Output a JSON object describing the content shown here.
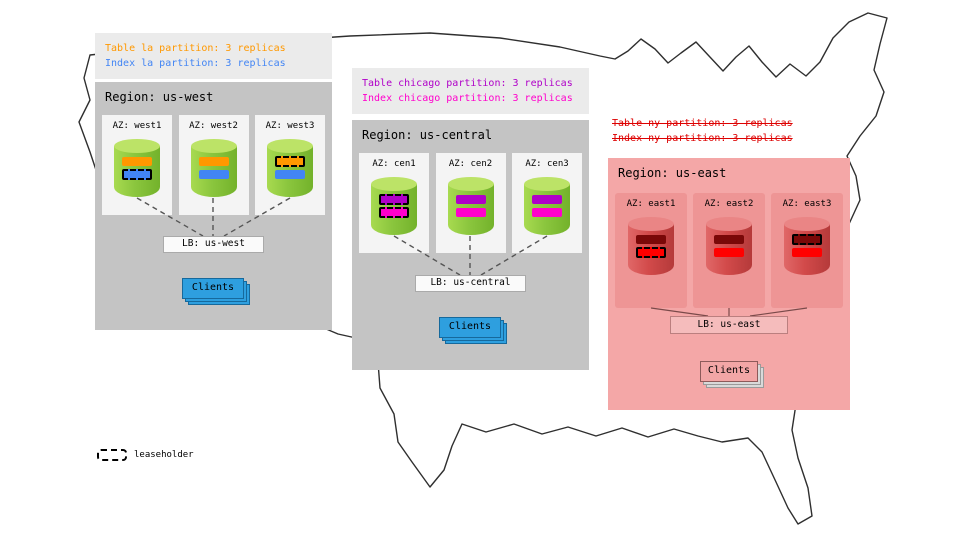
{
  "notes": {
    "west": {
      "lines": [
        {
          "text": "Table la partition: 3 replicas",
          "color": "#ff9800",
          "strikethrough": false
        },
        {
          "text": "Index la partition: 3 replicas",
          "color": "#4285f4",
          "strikethrough": false
        }
      ]
    },
    "central": {
      "lines": [
        {
          "text": "Table chicago partition: 3 replicas",
          "color": "#b000c8",
          "strikethrough": false
        },
        {
          "text": "Index chicago partition: 3 replicas",
          "color": "#ff00cc",
          "strikethrough": false
        }
      ]
    },
    "east": {
      "lines": [
        {
          "text": "Table ny partition: 3 replicas",
          "color": "#dd0000",
          "strikethrough": true
        },
        {
          "text": "Index ny partition: 3 replicas",
          "color": "#dd0000",
          "strikethrough": true
        }
      ]
    }
  },
  "regions": {
    "west": {
      "title": "Region: us-west",
      "lb_label": "LB: us-west",
      "clients_label": "Clients",
      "azs": [
        {
          "label": "AZ: west1",
          "bars": [
            {
              "color": "#ff9800",
              "leaseholder": false
            },
            {
              "color": "#4285f4",
              "leaseholder": true
            }
          ]
        },
        {
          "label": "AZ: west2",
          "bars": [
            {
              "color": "#ff9800",
              "leaseholder": false
            },
            {
              "color": "#4285f4",
              "leaseholder": false
            }
          ]
        },
        {
          "label": "AZ: west3",
          "bars": [
            {
              "color": "#ff9800",
              "leaseholder": true
            },
            {
              "color": "#4285f4",
              "leaseholder": false
            }
          ]
        }
      ]
    },
    "central": {
      "title": "Region: us-central",
      "lb_label": "LB: us-central",
      "clients_label": "Clients",
      "azs": [
        {
          "label": "AZ: cen1",
          "bars": [
            {
              "color": "#b000c8",
              "leaseholder": true
            },
            {
              "color": "#ff00cc",
              "leaseholder": true
            }
          ]
        },
        {
          "label": "AZ: cen2",
          "bars": [
            {
              "color": "#b000c8",
              "leaseholder": false
            },
            {
              "color": "#ff00cc",
              "leaseholder": false
            }
          ]
        },
        {
          "label": "AZ: cen3",
          "bars": [
            {
              "color": "#b000c8",
              "leaseholder": false
            },
            {
              "color": "#ff00cc",
              "leaseholder": false
            }
          ]
        }
      ]
    },
    "east": {
      "title": "Region: us-east",
      "lb_label": "LB: us-east",
      "clients_label": "Clients",
      "azs": [
        {
          "label": "AZ: east1",
          "bars": [
            {
              "color": "#7a0808",
              "leaseholder": false
            },
            {
              "color": "#ff0000",
              "leaseholder": true
            }
          ]
        },
        {
          "label": "AZ: east2",
          "bars": [
            {
              "color": "#7a0808",
              "leaseholder": false
            },
            {
              "color": "#ff0000",
              "leaseholder": false
            }
          ]
        },
        {
          "label": "AZ: east3",
          "bars": [
            {
              "color": "#7a0808",
              "leaseholder": true
            },
            {
              "color": "#ff0000",
              "leaseholder": false
            }
          ]
        }
      ]
    }
  },
  "legend": {
    "label": "leaseholder"
  },
  "colors": {
    "region_gray_bg": "#c4c4c4",
    "region_east_bg": "#f4a7a7",
    "note_bg": "#ebebeb",
    "az_light_bg": "#f4f4f4",
    "az_east_bg": "#ee9595",
    "cylinder_green": "#8bc63e",
    "cylinder_red": "#d24a4a",
    "clients_blue": "#2e9fdf",
    "clients_pink": "#f2a6a6",
    "strikethrough_red": "#dd0000"
  }
}
